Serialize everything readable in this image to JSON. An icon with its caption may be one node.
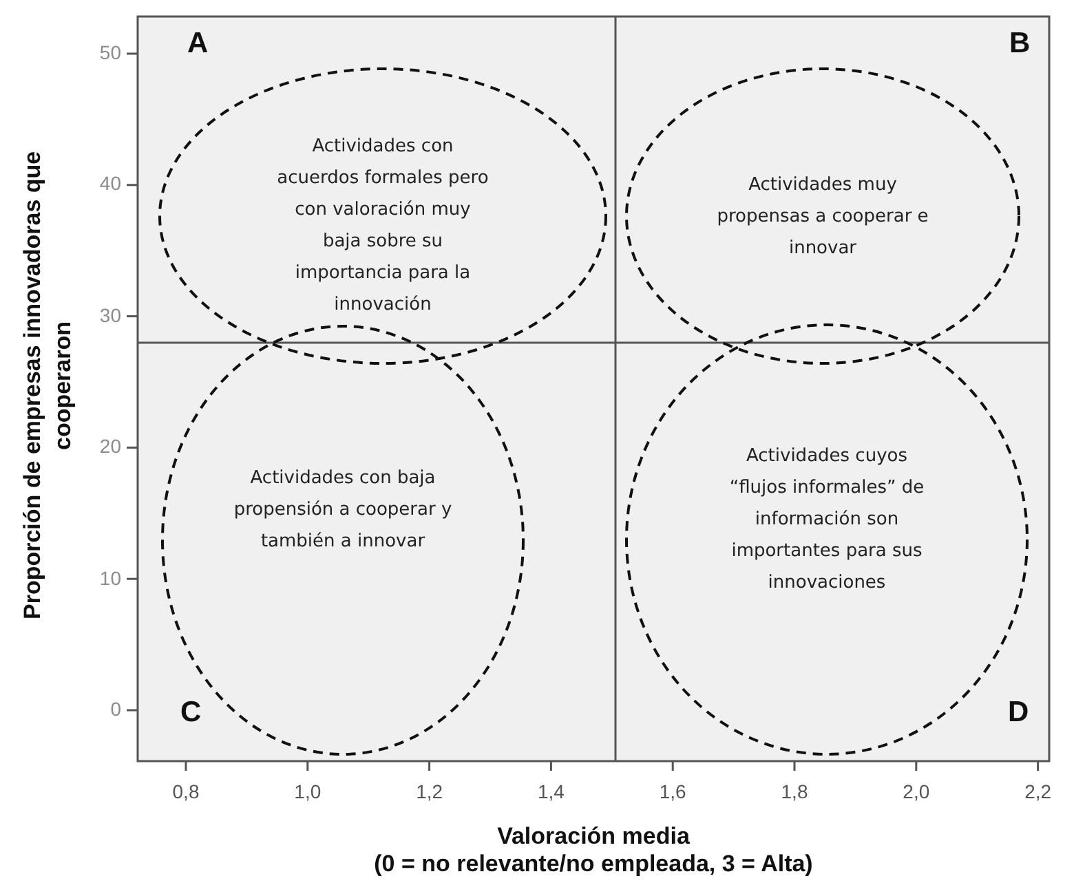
{
  "diagram": {
    "nodes": [
      {
        "text": [
          "Actividades con acuerdos formales pero con valoración muy baja sobre su importancia para la innovación"
        ]
      },
      {
        "text": [
          "Actividades muy propensas a cooperar e innovar"
        ]
      },
      {
        "text": [
          "Actividades con baja propensión a cooperar y también a innovar"
        ]
      },
      {
        "text": [
          "Actividades cuyos “flujos informales” de información son importantes para sus innovaciones"
        ]
      }
    ],
    "labels": [
      "A",
      "B",
      "C",
      "D",
      "50",
      "40",
      "30",
      "20",
      "10",
      "0",
      "0,8",
      "1,0",
      "1,2",
      "1,4",
      "1,6",
      "1,8",
      "2,0",
      "2,2",
      "Proporción de empresas innovadoras que",
      "cooperaron",
      "Valoración media",
      "(0 = no relevante/no empleada, 3 = Alta)"
    ]
  }
}
